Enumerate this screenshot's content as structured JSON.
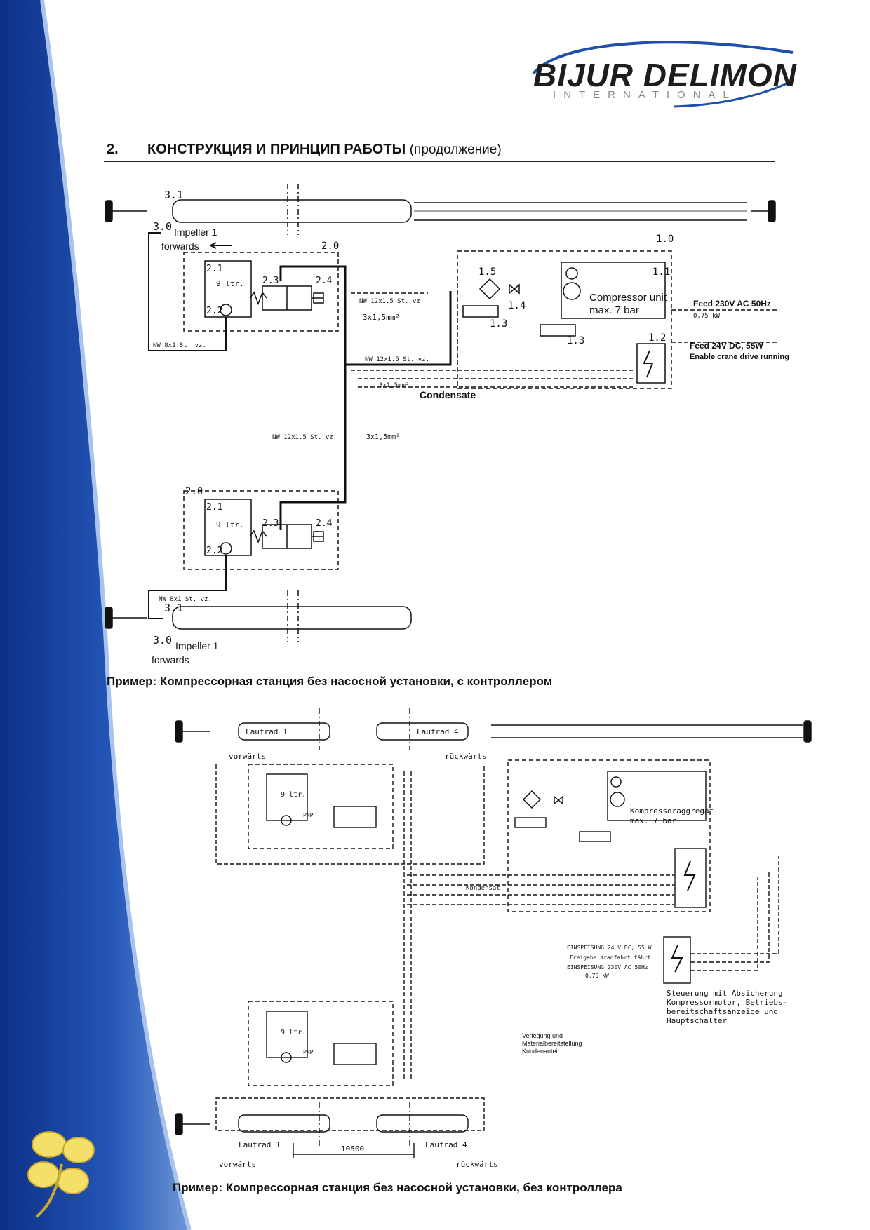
{
  "brand": {
    "name": "BIJUR DELIMON",
    "subtitle": "INTERNATIONAL",
    "accent_color": "#1f4fa8"
  },
  "header": {
    "number": "2.",
    "title": "КОНСТРУКЦИЯ И ПРИНЦИП РАБОТЫ",
    "continuation": "(продолжение)"
  },
  "diagram1": {
    "caption": "Пример: Компрессорная станция без насосной установки, с контроллером",
    "labels": {
      "n31": "3.1",
      "n30": "3.0",
      "n10": "1.0",
      "n11": "1.1",
      "n12": "1.2",
      "n13": "1.3",
      "n14": "1.4",
      "n15": "1.5",
      "n20": "2.0",
      "n21": "2.1",
      "n22": "2.2",
      "n23": "2.3",
      "n24": "2.4",
      "impeller": "Impeller 1",
      "forwards": "forwards",
      "tank": "9 ltr.",
      "compressor": "Compressor unit",
      "max_bar": "max. 7 bar",
      "feed_ac": "Feed 230V AC 50Hz",
      "kw": "0,75 kW",
      "feed_dc": "Feed 24V DC, 55W",
      "enable": "Enable crane drive running",
      "pipe12": "NW 12x1.5 St. vz.",
      "pipe8": "NW 8x1 St. vz.",
      "cable": "3x1,5mm²",
      "condensate": "Condensate"
    }
  },
  "diagram2": {
    "caption": "Пример: Компрессорная станция без насосной установки, без контроллера",
    "labels": {
      "laufrad1": "Laufrad 1",
      "laufrad4": "Laufrad 4",
      "vorwaerts": "vorwärts",
      "rueckwaerts": "rückwärts",
      "tank": "9 ltr.",
      "pnp": "PNP",
      "kompressor": "Kompressoraggregat",
      "max_bar": "max. 7 bar",
      "kondensat": "Kondensat",
      "einsp_dc": "EINSPEISUNG 24 V DC, 55 W",
      "freigabe": "Freigabe Kranfahrt fährt",
      "einsp_ac": "EINSPEISUNG 230V AC 50Hz",
      "kw": "0,75 kW",
      "steuerung1": "Steuerung mit Absicherung",
      "steuerung2": "Kompressormotor, Betriebs-",
      "steuerung3": "bereitschaftsanzeige und",
      "steuerung4": "Hauptschalter",
      "note1": "Verlegung und",
      "note2": "Materialbereitstellung",
      "note3": "Kundenanteil",
      "dim": "10500"
    }
  }
}
